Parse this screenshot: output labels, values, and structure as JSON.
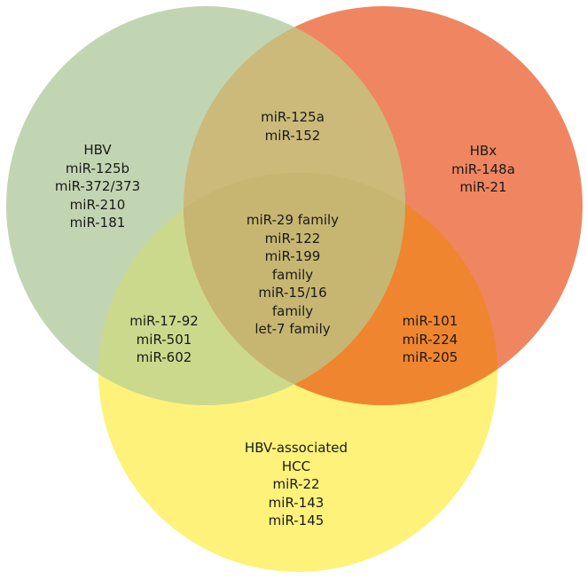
{
  "diagram": {
    "sets": [
      {
        "id": "hbv",
        "color": "#c2d5b2"
      },
      {
        "id": "hbx",
        "color": "#ef8661"
      },
      {
        "id": "hcc",
        "color": "#fef27a"
      }
    ],
    "regions": {
      "hbv_only": [
        "HBV",
        "miR-125b",
        "miR-372/373",
        "miR-210",
        "miR-181"
      ],
      "hbx_only": [
        "HBx",
        "miR-148a",
        "miR-21"
      ],
      "hbv_hbx": [
        "miR-125a",
        "miR-152"
      ],
      "center": [
        "miR-29 family",
        "miR-122",
        "miR-199",
        "family",
        "miR-15/16",
        "family",
        "let-7 family"
      ],
      "hbv_hcc": [
        "miR-17-92",
        "miR-501",
        "miR-602"
      ],
      "hbx_hcc": [
        "miR-101",
        "miR-224",
        "miR-205"
      ],
      "hcc_only": [
        "HBV-associated",
        "HCC",
        "miR-22",
        "miR-143",
        "miR-145"
      ]
    }
  }
}
